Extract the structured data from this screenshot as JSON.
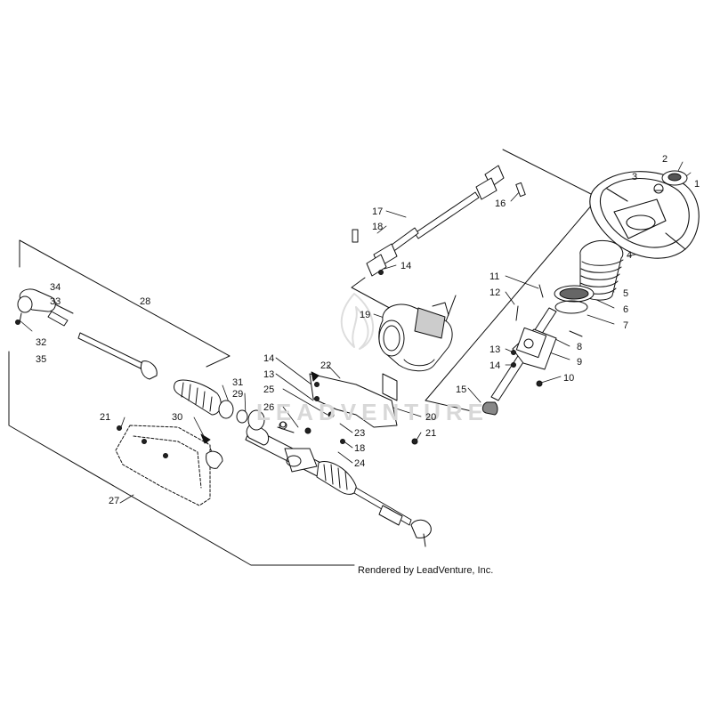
{
  "diagram": {
    "credit": "Rendered by LeadVenture, Inc.",
    "watermark": "LEADVENTURE",
    "colors": {
      "ink": "#111111",
      "part_fill": "#ffffff",
      "shade": "#bdbdbd",
      "watermark": "#d8d8d8"
    },
    "callouts": {
      "c1": "1",
      "c2": "2",
      "c3": "3",
      "c4": "4",
      "c5": "5",
      "c6": "6",
      "c7": "7",
      "c8": "8",
      "c9": "9",
      "c10": "10",
      "c11": "11",
      "c12": "12",
      "c13a": "13",
      "c13b": "13",
      "c14a": "14",
      "c14b": "14",
      "c14c": "14",
      "c15": "15",
      "c16": "16",
      "c17": "17",
      "c18a": "18",
      "c18b": "18",
      "c19": "19",
      "c20": "20",
      "c21a": "21",
      "c21b": "21",
      "c22": "22",
      "c23": "23",
      "c24": "24",
      "c25": "25",
      "c26": "26",
      "c27": "27",
      "c28": "28",
      "c29": "29",
      "c30": "30",
      "c31": "31",
      "c32": "32",
      "c33": "33",
      "c34": "34",
      "c35": "35"
    }
  }
}
